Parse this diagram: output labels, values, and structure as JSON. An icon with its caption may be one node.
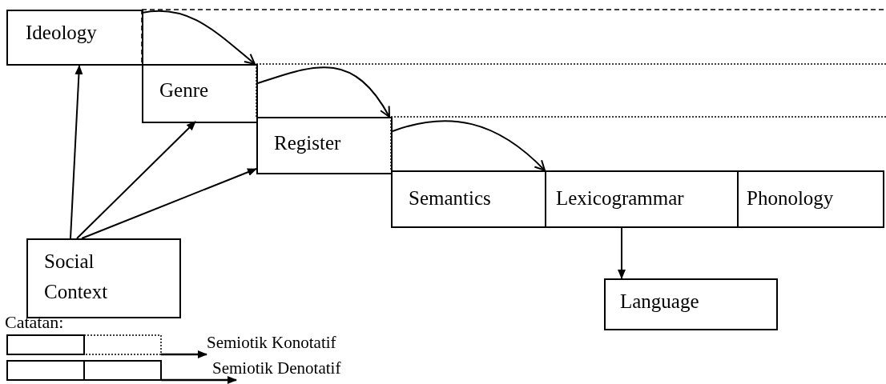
{
  "diagram": {
    "nodes": [
      {
        "text": [
          "Ideology"
        ]
      },
      {
        "text": [
          "Genre"
        ]
      },
      {
        "text": [
          "Register"
        ]
      },
      {
        "text": [
          "Semantics"
        ]
      },
      {
        "text": [
          "Lexicogrammar"
        ]
      },
      {
        "text": [
          "Phonology"
        ]
      },
      {
        "text": [
          "Social Context"
        ]
      },
      {
        "text": [
          "Language"
        ]
      }
    ],
    "edges": [
      {
        "from": 0,
        "to": 1,
        "arrow": "to"
      },
      {
        "from": 1,
        "to": 2,
        "arrow": "to"
      },
      {
        "from": 2,
        "to": 3,
        "arrow": "to"
      },
      {
        "from": 6,
        "to": 0,
        "arrow": "to"
      },
      {
        "from": 6,
        "to": 1,
        "arrow": "to"
      },
      {
        "from": 6,
        "to": 2,
        "arrow": "to"
      },
      {
        "from": 4,
        "to": 7,
        "arrow": "to"
      }
    ],
    "labels": [
      "Catatan:"
    ],
    "legend": [
      {
        "text": "Semiotik Konotatif"
      },
      {
        "text": "Semiotik Denotatif"
      }
    ]
  }
}
